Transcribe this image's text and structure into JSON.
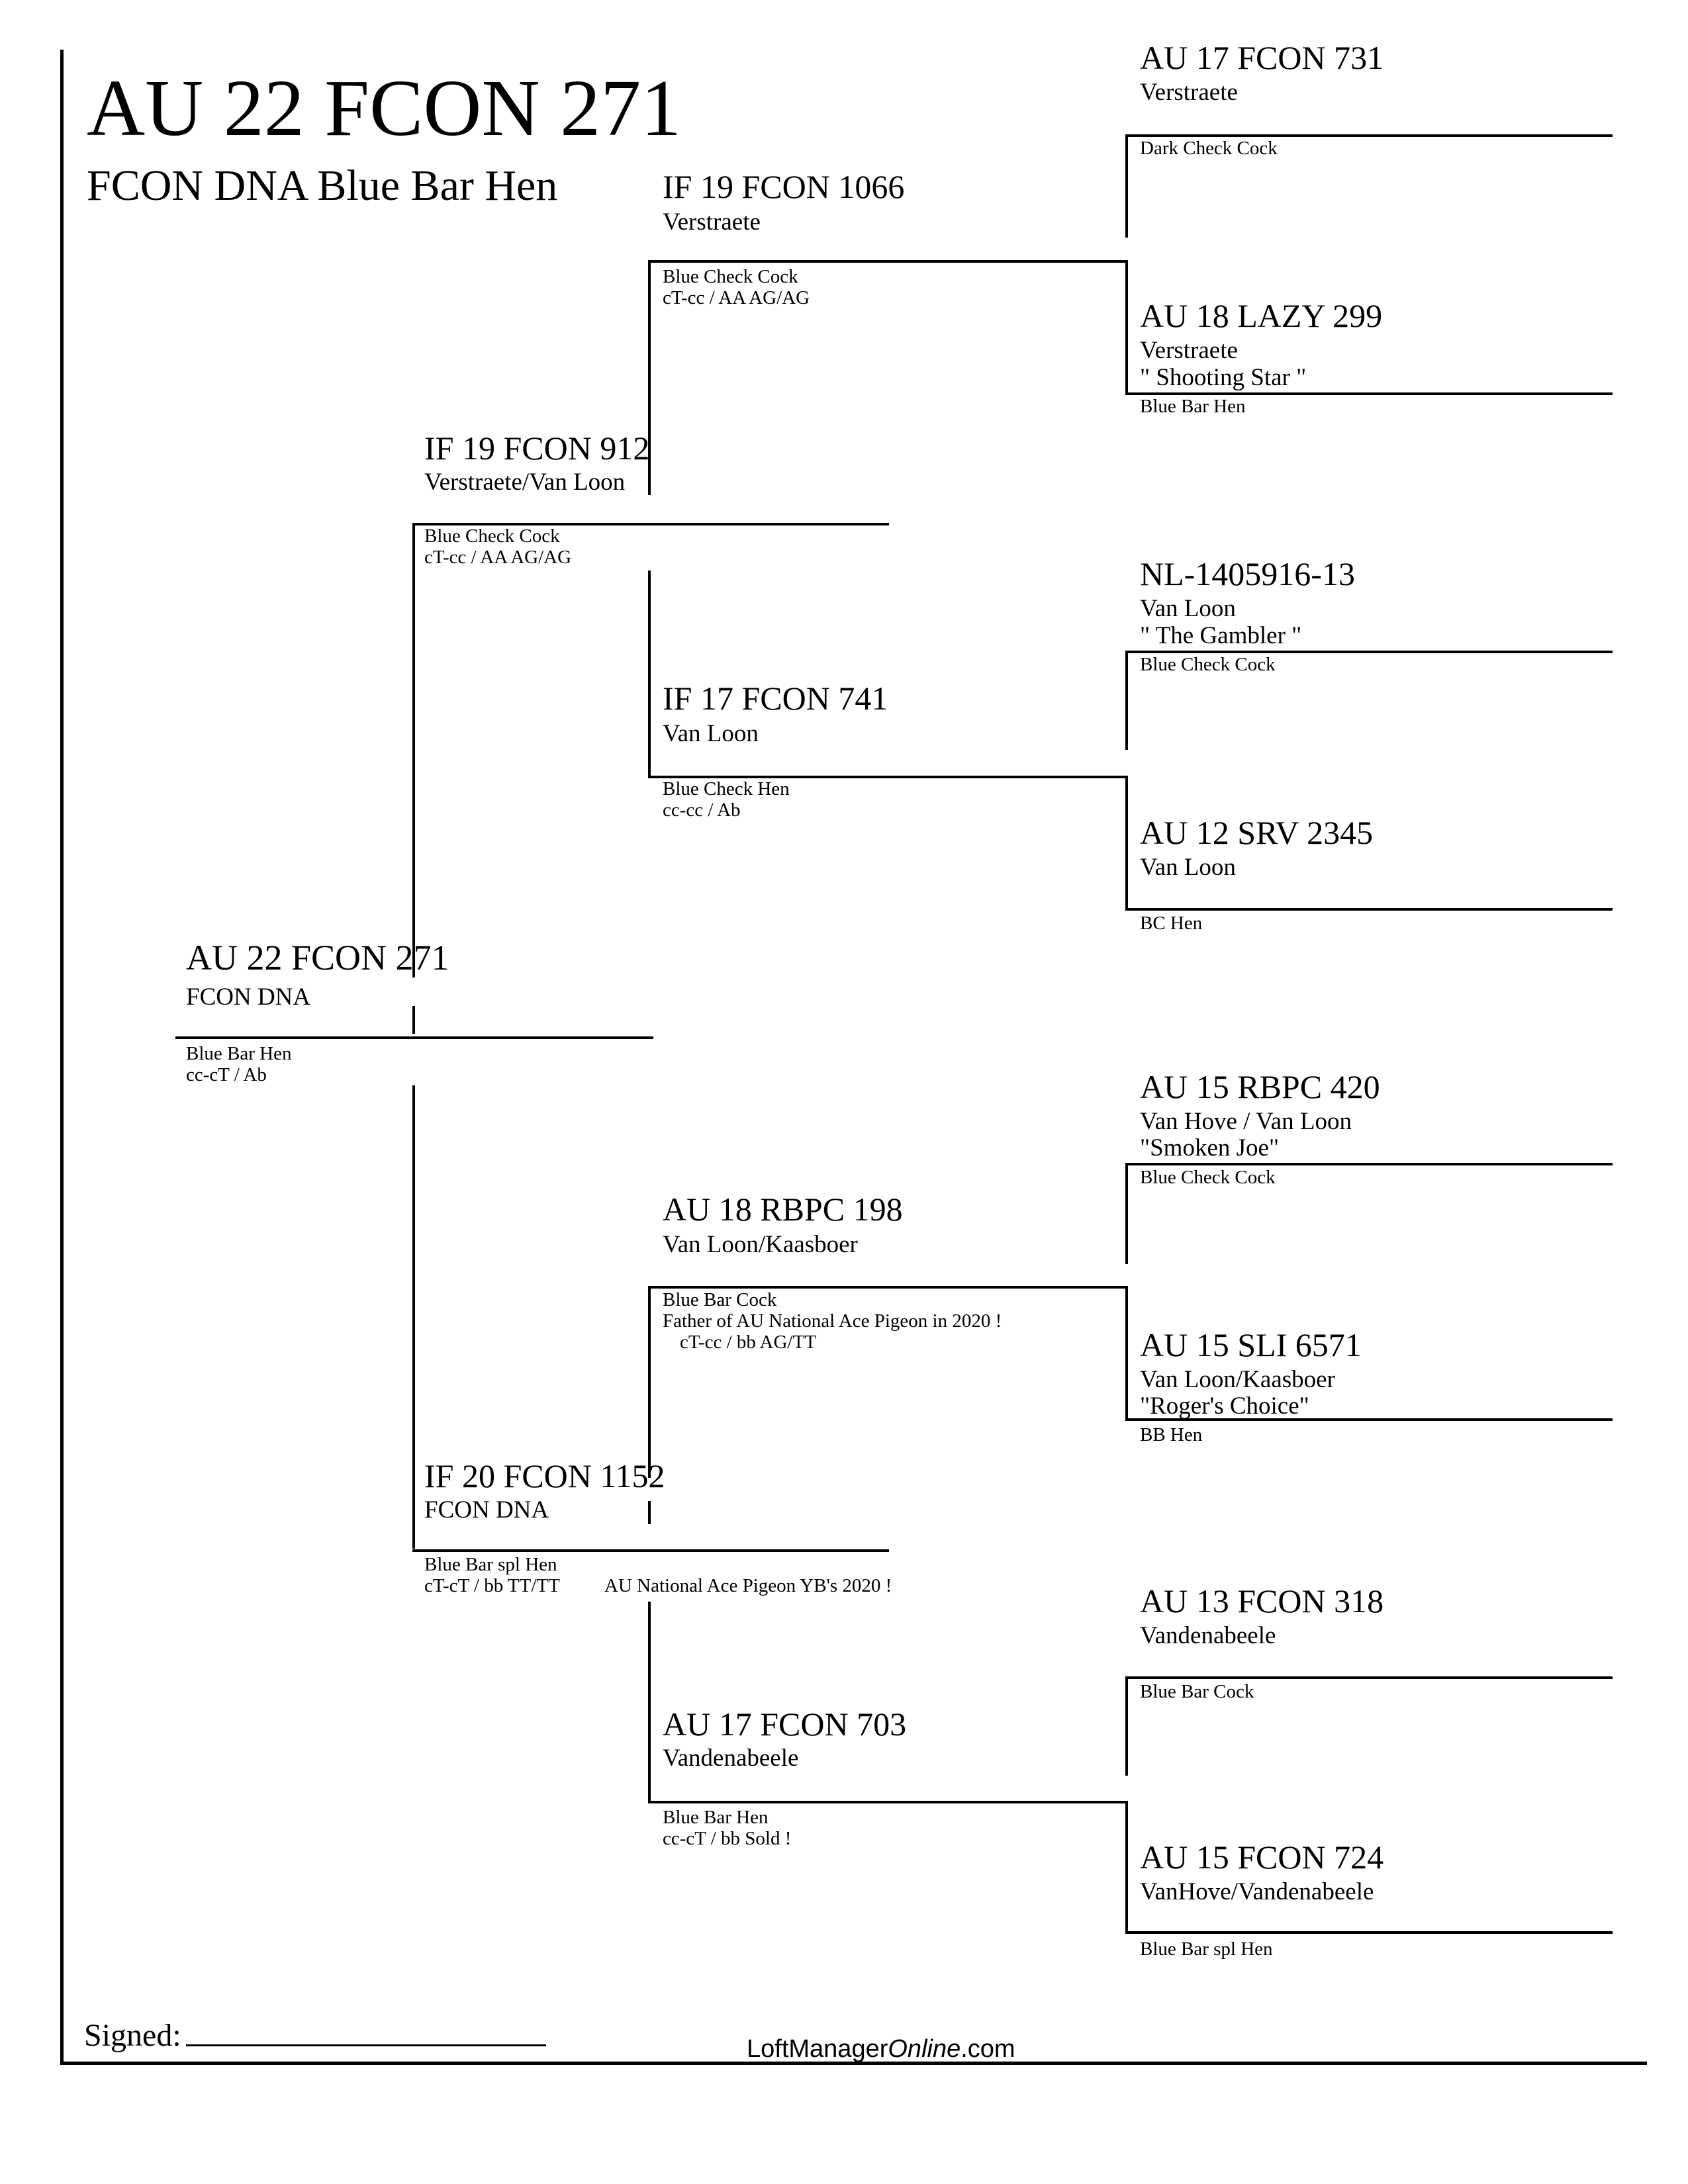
{
  "header": {
    "title": "AU 22 FCON 271",
    "subtitle": "FCON DNA Blue Bar Hen"
  },
  "subject": {
    "band": "AU 22 FCON 271",
    "breeder": "FCON DNA",
    "color": "Blue Bar Hen",
    "genes": "cc-cT / Ab"
  },
  "sire": {
    "band": "IF 19 FCON 912",
    "breeder": "Verstraete/Van Loon",
    "color": "Blue Check Cock",
    "genes": "cT-cc / AA  AG/AG"
  },
  "dam": {
    "band": "IF 20 FCON 1152",
    "breeder": "FCON DNA",
    "color": "Blue Bar spl Hen",
    "genes": "cT-cT / bb TT/TT",
    "note": "AU National Ace Pigeon YB's 2020 !"
  },
  "grandparents": {
    "sire_sire": {
      "band": "IF 19 FCON 1066",
      "breeder": "Verstraete",
      "color": "Blue Check Cock",
      "genes": "cT-cc / AA  AG/AG"
    },
    "sire_dam": {
      "band": "IF 17 FCON 741",
      "breeder": "Van Loon",
      "color": "Blue Check Hen",
      "genes": "cc-cc / Ab"
    },
    "dam_sire": {
      "band": "AU 18 RBPC 198",
      "breeder": "Van Loon/Kaasboer",
      "color": "Blue Bar Cock",
      "note": " Father of AU National Ace Pigeon in 2020 !",
      "genes": "cT-cc / bb  AG/TT"
    },
    "dam_dam": {
      "band": "AU 17 FCON 703",
      "breeder": "Vandenabeele",
      "color": "Blue Bar Hen",
      "genes": "cc-cT / bb   Sold !"
    }
  },
  "great_grandparents": [
    {
      "band": "AU 17 FCON 731",
      "breeder": "Verstraete",
      "nick": "",
      "color": "Dark Check Cock"
    },
    {
      "band": "AU 18 LAZY 299",
      "breeder": "Verstraete",
      "nick": "\" Shooting Star \"",
      "color": "Blue Bar Hen"
    },
    {
      "band": "NL-1405916-13",
      "breeder": "Van Loon",
      "nick": "\" The Gambler \"",
      "color": "Blue Check Cock"
    },
    {
      "band": "AU 12 SRV 2345",
      "breeder": "Van Loon",
      "nick": "",
      "color": "BC Hen"
    },
    {
      "band": "AU 15 RBPC 420",
      "breeder": "Van Hove / Van Loon",
      "nick": "\"Smoken Joe\"",
      "color": "Blue Check Cock"
    },
    {
      "band": "AU 15 SLI 6571",
      "breeder": "Van Loon/Kaasboer",
      "nick": "\"Roger's Choice\"",
      "color": "BB Hen"
    },
    {
      "band": "AU 13 FCON 318",
      "breeder": "Vandenabeele",
      "nick": "",
      "color": "Blue Bar Cock"
    },
    {
      "band": "AU 15 FCON 724",
      "breeder": "VanHove/Vandenabeele",
      "nick": "",
      "color": "Blue Bar spl Hen"
    }
  ],
  "footer": {
    "signed_label": "Signed:",
    "site_prefix": "LoftManager",
    "site_italic": "Online",
    "site_suffix": ".com"
  }
}
